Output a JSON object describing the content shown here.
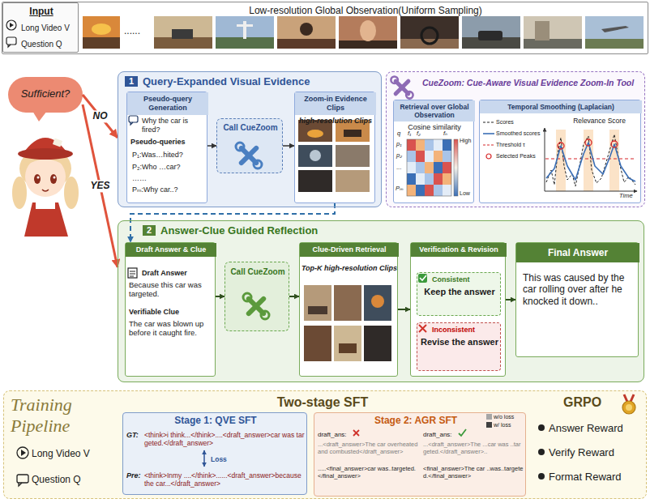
{
  "diagram": {
    "nodes": [
      {
        "text": [
          "Low-resolution Global Observation(Uniform Sampling)"
        ]
      },
      {
        "text": [
          "Input",
          "Long Video V",
          "Question Q"
        ],
        "in": 0
      },
      {
        "text": [
          "Sufficient?"
        ]
      },
      {
        "text": [
          "1",
          "Query-Expanded Visual Evidence"
        ]
      },
      {
        "text": [
          "Pseudo-query Generation",
          "Why the car is fired?",
          "Pseudo-queries",
          "P₁:Was…hited?",
          "P₂:Who …car?",
          "……",
          "Pₘ:Why car..?"
        ],
        "in": 3
      },
      {
        "text": [
          "Call CueZoom"
        ],
        "in": 3
      },
      {
        "text": [
          "Zoom-in Evidence Clips",
          "high-resolution Clips"
        ],
        "in": 3
      },
      {
        "text": [
          "CueZoom: Cue-Aware Visual Evidence Zoom-In Tool"
        ]
      },
      {
        "text": [
          "Retrieval over Global Observation",
          "Cosine similarity"
        ],
        "in": 7
      },
      {
        "text": [
          "Temporal Smoothing (Laplacian)",
          "Relevance Score"
        ],
        "in": 7
      },
      {
        "text": [
          "2",
          "Answer-Clue Guided Reflection"
        ]
      },
      {
        "text": [
          "Draft Answer & Clue",
          "Draft Answer",
          "Because this car was targeted.",
          "Verifiable Clue",
          "The car was blown up before it caught fire."
        ],
        "in": 10
      },
      {
        "text": [
          "Call CueZoom"
        ],
        "in": 10
      },
      {
        "text": [
          "Clue-Driven Retrieval",
          "Top-K high-resolution Clips"
        ],
        "in": 10
      },
      {
        "text": [
          "Verification & Revision"
        ],
        "in": 10
      },
      {
        "text": [
          "Consistent",
          "Keep the answer"
        ],
        "in": 14
      },
      {
        "text": [
          "Inconsistent",
          "Revise the answer"
        ],
        "in": 14
      },
      {
        "text": [
          "Final Answer",
          "This was caused by the car rolling over after he knocked it down.."
        ],
        "in": 10
      },
      {
        "text": [
          "Training Pipeline",
          "Two-stage SFT",
          "GRPO",
          "Long Video V",
          "Question Q",
          "Answer Reward",
          "Verify Reward",
          "Format Reward"
        ]
      },
      {
        "text": [
          "Stage 1: QVE SFT",
          "GT:",
          "<think>i think...</think>....<draft_answer>car was targeted.</draft_answer>",
          "Loss",
          "Pre:",
          "<think>Inmy ....</think>......<draft_answer>because the car...</draft_answer>"
        ],
        "in": 18
      },
      {
        "text": [
          "Stage 2: AGR SFT",
          "draft_ans:",
          "...<draft_answer>The car overheated and combusted</draft_answer>",
          ".....<final_answer>car was..targeted.</final_answer>",
          "draft_ans:",
          "...<draft_answer>The ...car was ..targeted.</draft_answer>..",
          "<final_answer>The car ..was..targeted.</final_answer>"
        ],
        "in": 18
      }
    ],
    "edges": [
      {
        "from": 2,
        "to": 3,
        "arrow": "to",
        "label": "NO"
      },
      {
        "from": 2,
        "to": 10,
        "arrow": "to",
        "label": "YES"
      },
      {
        "from": 4,
        "to": 5,
        "arrow": "to"
      },
      {
        "from": 5,
        "to": 6,
        "arrow": "to"
      },
      {
        "from": 6,
        "to": 11,
        "arrow": "to"
      },
      {
        "from": 11,
        "to": 12,
        "arrow": "to"
      },
      {
        "from": 12,
        "to": 13,
        "arrow": "to"
      },
      {
        "from": 13,
        "to": 14,
        "arrow": "to"
      },
      {
        "from": 14,
        "to": 17,
        "arrow": "to"
      }
    ],
    "labels": [
      "......",
      "q",
      "f₁",
      "f₂",
      "fₙ",
      "p₁",
      "p₂",
      "...",
      "Pₘ",
      "High",
      "Low",
      "Time"
    ],
    "legend": [
      {
        "text": "Scores"
      },
      {
        "text": "Smoothed scores"
      },
      {
        "text": "Threshold τ"
      },
      {
        "text": "Selected Peaks"
      },
      {
        "text": "w/o loss",
        "color": "#a6a6a6"
      },
      {
        "text": "w/ loss",
        "color": "#404040"
      }
    ]
  }
}
